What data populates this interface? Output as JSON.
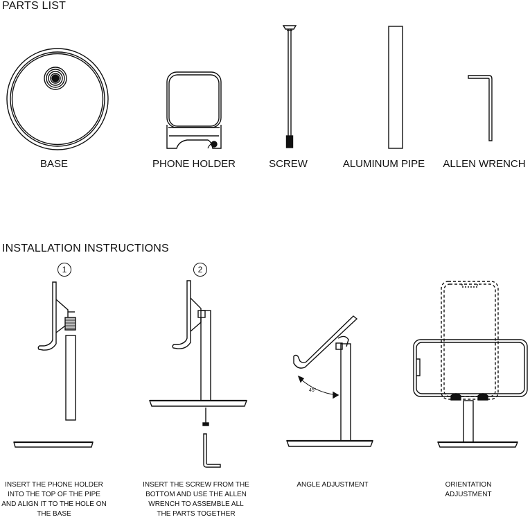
{
  "parts": {
    "title": "PARTS LIST",
    "items": [
      {
        "label": "BASE"
      },
      {
        "label": "PHONE HOLDER"
      },
      {
        "label": "SCREW"
      },
      {
        "label": "ALUMINUM PIPE"
      },
      {
        "label": "ALLEN WRENCH"
      }
    ]
  },
  "install": {
    "title": "INSTALLATION INSTRUCTIONS",
    "steps": [
      {
        "number": "1",
        "caption": "INSERT THE PHONE HOLDER INTO THE TOP OF THE PIPE AND ALIGN IT TO THE HOLE ON THE BASE"
      },
      {
        "number": "2",
        "caption": "INSERT THE SCREW FROM THE BOTTOM AND USE THE ALLEN WRENCH TO ASSEMBLE ALL THE PARTS TOGETHER"
      },
      {
        "caption": "ANGLE ADJUSTMENT",
        "angle_label": "45°"
      },
      {
        "caption": "ORIENTATION ADJUSTMENT"
      }
    ]
  }
}
